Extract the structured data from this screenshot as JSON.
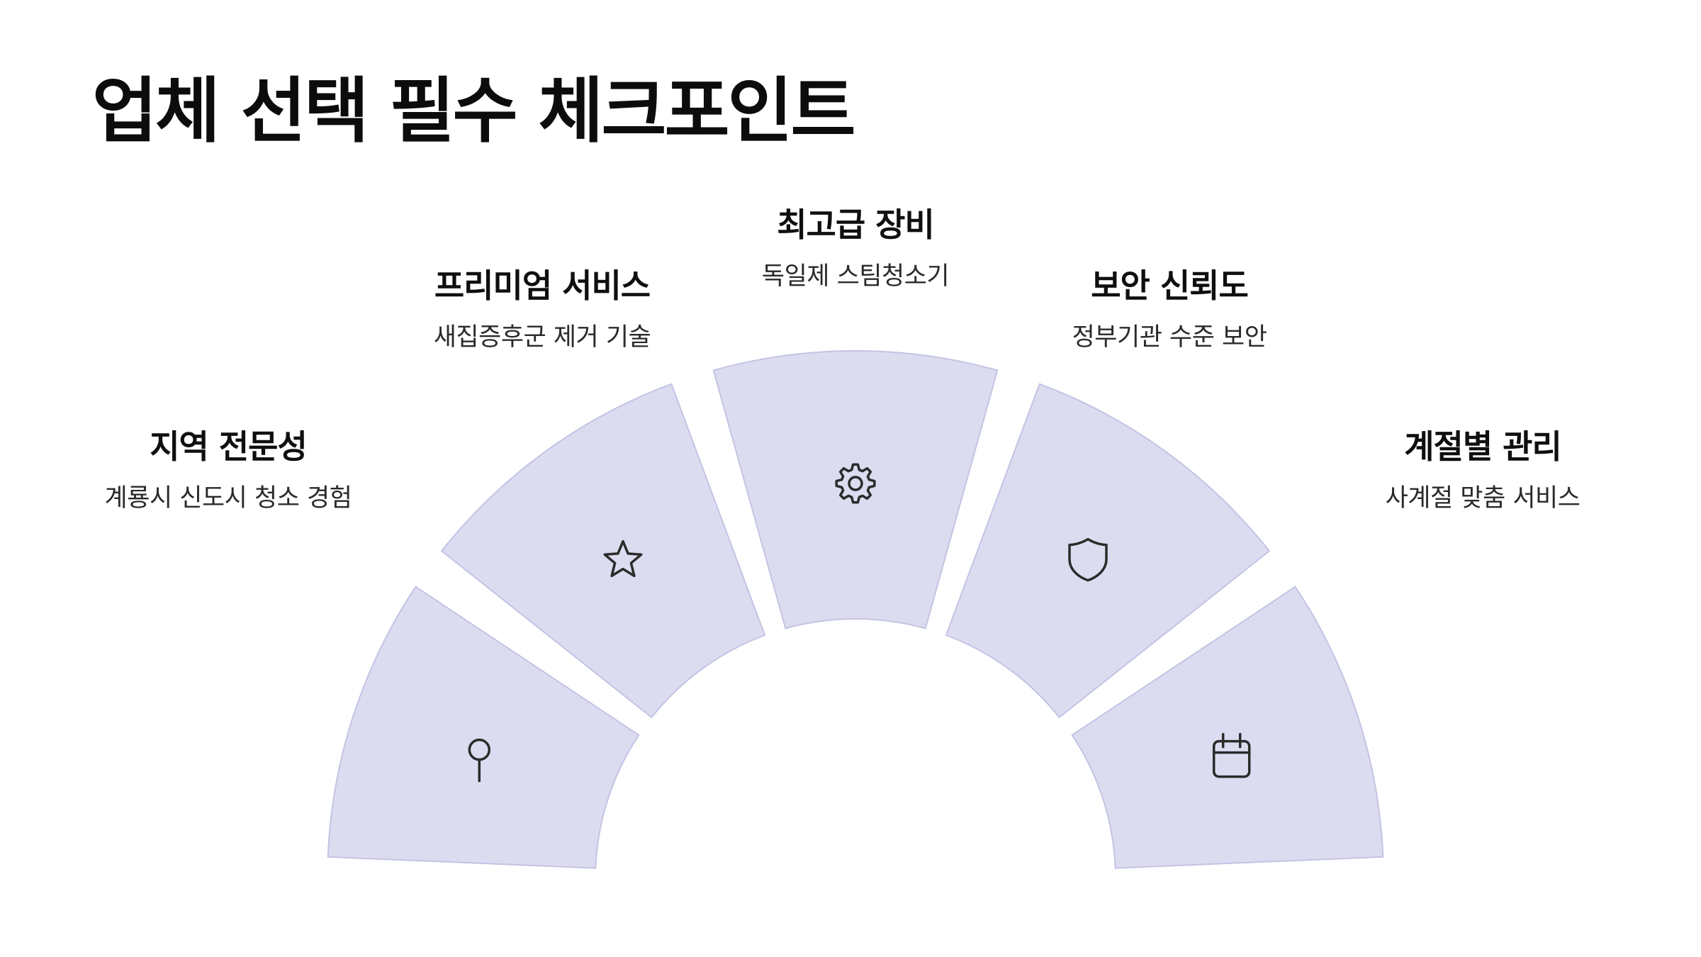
{
  "title": "업체 선택 필수 체크포인트",
  "colors": {
    "segment_fill": "#dcdcf1",
    "segment_stroke": "#c4c3e4",
    "icon_stroke": "#2b2b2b",
    "text": "#0f0f0f"
  },
  "items": [
    {
      "title": "지역 전문성",
      "description": "계룡시 신도시 청소 경험",
      "icon": "map-pin-icon"
    },
    {
      "title": "프리미엄 서비스",
      "description": "새집증후군 제거 기술",
      "icon": "star-icon"
    },
    {
      "title": "최고급 장비",
      "description": "독일제 스팀청소기",
      "icon": "gear-icon"
    },
    {
      "title": "보안 신뢰도",
      "description": "정부기관 수준 보안",
      "icon": "shield-icon"
    },
    {
      "title": "계절별 관리",
      "description": "사계절 맞춤 서비스",
      "icon": "calendar-icon"
    }
  ]
}
